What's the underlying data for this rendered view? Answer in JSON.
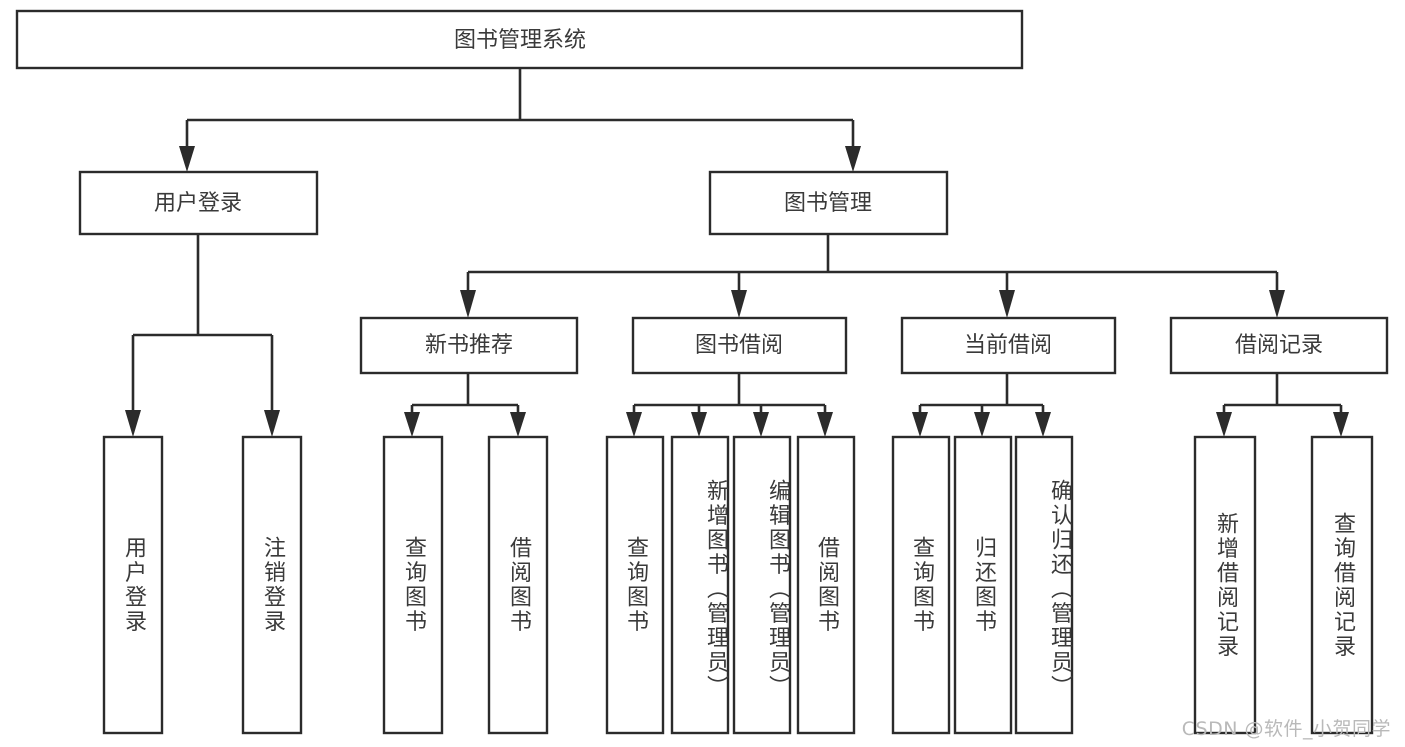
{
  "diagram": {
    "type": "tree-hierarchy",
    "title": "图书管理系统",
    "orientation": "top-down",
    "colors": {
      "box_stroke": "#2b2b2b",
      "box_fill": "#ffffff",
      "text": "#3a3a3a",
      "connector": "#2b2b2b",
      "watermark": "#b9b9b9",
      "background": "#ffffff"
    },
    "root": {
      "label": "图书管理系统"
    },
    "level2": [
      {
        "label": "用户登录"
      },
      {
        "label": "图书管理"
      }
    ],
    "level3": [
      {
        "label": "新书推荐"
      },
      {
        "label": "图书借阅"
      },
      {
        "label": "当前借阅"
      },
      {
        "label": "借阅记录"
      }
    ],
    "leaves": {
      "user_login": [
        {
          "label": "用户登录"
        },
        {
          "label": "注销登录"
        }
      ],
      "new_book_recommend": [
        {
          "label": "查询图书"
        },
        {
          "label": "借阅图书"
        }
      ],
      "book_borrow": [
        {
          "label": "查询图书"
        },
        {
          "label": "新增图书（管理员）"
        },
        {
          "label": "编辑图书（管理员）"
        },
        {
          "label": "借阅图书"
        }
      ],
      "current_borrow": [
        {
          "label": "查询图书"
        },
        {
          "label": "归还图书"
        },
        {
          "label": "确认归还（管理员）"
        }
      ],
      "borrow_records": [
        {
          "label": "新增借阅记录"
        },
        {
          "label": "查询借阅记录"
        }
      ]
    }
  },
  "watermark": {
    "text": "CSDN @软件_小贺同学"
  }
}
